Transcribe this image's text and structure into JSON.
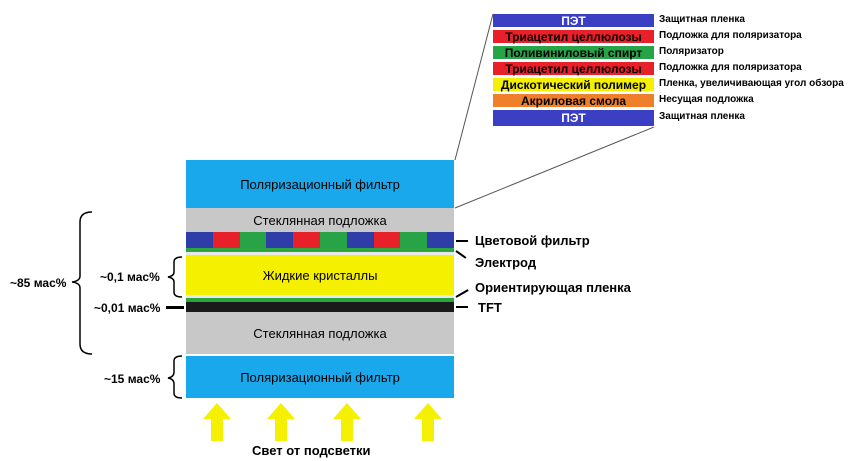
{
  "layers": {
    "top_polarizer": "Поляризационный фильтр",
    "top_glass": "Стеклянная подложка",
    "liquid_crystal": "Жидкие кристаллы",
    "bottom_glass": "Стеклянная подложка",
    "bottom_polarizer": "Поляризационный фильтр"
  },
  "labels": {
    "color_filter": "Цветовой фильтр",
    "electrode": "Электрод",
    "alignment_film": "Ориентирующая пленка",
    "tft": "TFT",
    "backlight": "Свет от подсветки"
  },
  "percentages": {
    "total": "~85 мас%",
    "lc": "~0,1 мас%",
    "thin": "~0,01 мас%",
    "polarizer": "~15 мас%"
  },
  "polarizer_stack": [
    {
      "name": "ПЭТ",
      "desc": "Защитная пленка",
      "color": "#3a3fc4",
      "text_color": "#ffffff"
    },
    {
      "name": "Триацетил целлюлозы",
      "desc": "Подложка для поляризатора",
      "color": "#e8202a",
      "text_color": "#000000"
    },
    {
      "name": "Поливиниловый спирт",
      "desc": "Поляризатор",
      "color": "#27a348",
      "text_color": "#000000"
    },
    {
      "name": "Триацетил целлюлозы",
      "desc": "Подложка для поляризатора",
      "color": "#e8202a",
      "text_color": "#000000"
    },
    {
      "name": "Дискотический полимер",
      "desc": "Пленка, увеличивающая угол обзора",
      "color": "#f5f000",
      "text_color": "#000000"
    },
    {
      "name": "Акриловая смола",
      "desc": "Несущая подложка",
      "color": "#f07f2c",
      "text_color": "#000000"
    },
    {
      "name": "ПЭТ",
      "desc": "Защитная пленка",
      "color": "#3a3fc4",
      "text_color": "#ffffff"
    }
  ],
  "colors": {
    "polarizer": "#1aa8ec",
    "glass": "#c8c8c8",
    "liquid_crystal": "#f5f000",
    "electrode": "#2ca53e",
    "cf_blue": "#2f3da8",
    "cf_red": "#e8202a",
    "cf_green": "#27a348",
    "arrow": "#f5f000"
  }
}
